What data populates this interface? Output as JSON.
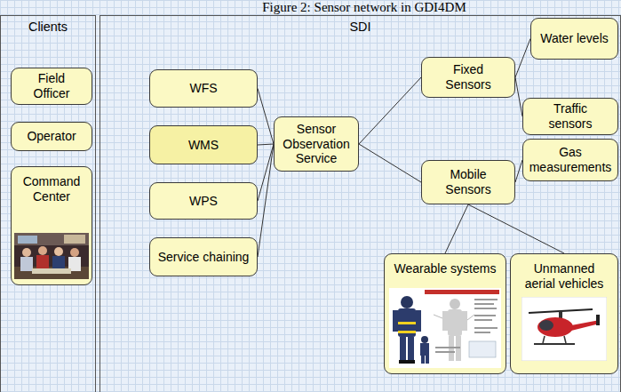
{
  "diagram": {
    "title": "Figure 2: Sensor network in GDI4DM",
    "nodes": [
      {
        "text": [
          "Clients"
        ]
      },
      {
        "text": [
          "Field Officer"
        ],
        "in": 0
      },
      {
        "text": [
          "Operator"
        ],
        "in": 0
      },
      {
        "text": [
          "Command Center"
        ],
        "in": 0
      },
      {
        "text": [
          "SDI"
        ]
      },
      {
        "text": [
          "WFS"
        ],
        "in": 4
      },
      {
        "text": [
          "WMS"
        ],
        "in": 4
      },
      {
        "text": [
          "WPS"
        ],
        "in": 4
      },
      {
        "text": [
          "Service chaining"
        ],
        "in": 4
      },
      {
        "text": [
          "Sensor Observation Service"
        ],
        "in": 4
      },
      {
        "text": [
          "Fixed Sensors"
        ],
        "in": 4
      },
      {
        "text": [
          "Mobile Sensors"
        ],
        "in": 4
      },
      {
        "text": [
          "Water levels"
        ],
        "in": 4
      },
      {
        "text": [
          "Traffic sensors"
        ],
        "in": 4
      },
      {
        "text": [
          "Gas measurements"
        ],
        "in": 4
      },
      {
        "text": [
          "Wearable systems"
        ],
        "in": 4
      },
      {
        "text": [
          "Unmanned aerial vehicles"
        ],
        "in": 4
      }
    ],
    "edges": [
      {
        "from": 5,
        "to": 9,
        "arrow": "none"
      },
      {
        "from": 6,
        "to": 9,
        "arrow": "none"
      },
      {
        "from": 7,
        "to": 9,
        "arrow": "none"
      },
      {
        "from": 8,
        "to": 9,
        "arrow": "none"
      },
      {
        "from": 9,
        "to": 10,
        "arrow": "none"
      },
      {
        "from": 9,
        "to": 11,
        "arrow": "none"
      },
      {
        "from": 10,
        "to": 12,
        "arrow": "none"
      },
      {
        "from": 10,
        "to": 13,
        "arrow": "none"
      },
      {
        "from": 11,
        "to": 14,
        "arrow": "none"
      },
      {
        "from": 11,
        "to": 15,
        "arrow": "none"
      },
      {
        "from": 11,
        "to": 16,
        "arrow": "none"
      }
    ]
  }
}
